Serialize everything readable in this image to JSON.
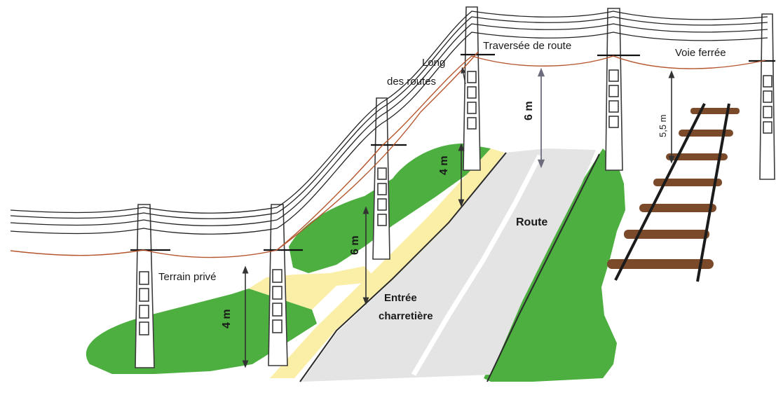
{
  "labels": {
    "terrain_prive": "Terrain privé",
    "long_des_routes_line1": "Long",
    "long_des_routes_line2": "des routes",
    "traversee_de_route": "Traversée de route",
    "voie_ferree": "Voie ferrée",
    "route": "Route",
    "entree_line1": "Entrée",
    "entree_line2": "charretière"
  },
  "clearances": {
    "terrain_prive": "4 m",
    "entree_charretiere": "6 m",
    "long_des_routes": "4 m",
    "traversee_de_route": "6 m",
    "voie_ferree": "5,5 m"
  },
  "colors": {
    "grass": "#4caf3f",
    "road": "#e4e4e4",
    "shoulder": "#fbefa8",
    "pole": "#ffffff",
    "wire": "#222222",
    "service_cable": "#b5552d",
    "rail": "#1b1b1b",
    "sleeper": "#7a4a2a",
    "arrow": "#5a5a5a"
  }
}
